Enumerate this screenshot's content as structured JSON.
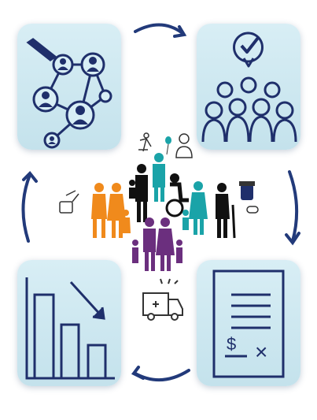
{
  "panels": [
    {
      "id": "network",
      "icon": "pencil-people-network-icon"
    },
    {
      "id": "vote",
      "icon": "group-consensus-checkmark-icon"
    },
    {
      "id": "chart",
      "icon": "decreasing-bar-chart-icon"
    },
    {
      "id": "bill",
      "icon": "invoice-cost-cross-icon"
    }
  ],
  "colors": {
    "navy": "#1f2f6b",
    "panel": "#cfe8f1",
    "arrow": "#223a7a",
    "orange": "#f08a1c",
    "teal": "#1aa3a8",
    "purple": "#6b2f7e",
    "black": "#111111"
  },
  "center_icons": [
    "yoga-person-icon",
    "balloon-icon",
    "doctor-icon",
    "pill-bottle-icon",
    "wheelchair-user-icon",
    "elderly-with-cane-icon",
    "family-icon",
    "ambulance-icon",
    "care-giving-icon"
  ],
  "labels": {
    "bill_currency": "$",
    "bill_cross": "×"
  }
}
